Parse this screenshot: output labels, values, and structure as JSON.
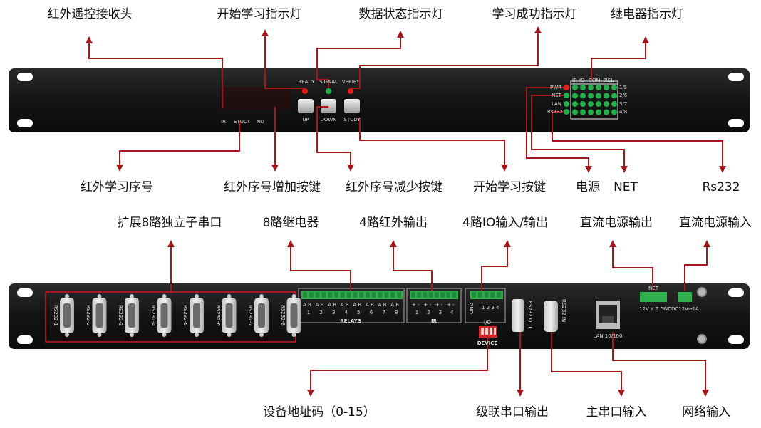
{
  "front": {
    "callouts_top": {
      "ir_receiver": "红外遥控接收头",
      "learn_start_led": "开始学习指示灯",
      "data_status_led": "数据状态指示灯",
      "learn_success_led": "学习成功指示灯",
      "relay_led": "继电器指示灯"
    },
    "callouts_bottom": {
      "ir_learn_number": "红外学习序号",
      "ir_number_up_key": "红外序号增加按键",
      "ir_number_down_key": "红外序号减少按键",
      "learn_start_key": "开始学习按键",
      "power": "电源",
      "net": "NET",
      "rs232": "Rs232"
    },
    "panel_text": {
      "ir": "IR",
      "study": "STUDY",
      "no": "NO",
      "ready": "READY",
      "signal": "SIGNAL",
      "verify": "VERIFY",
      "up": "UP",
      "down": "DOWN",
      "study_btn": "STUDY",
      "pwr": "PWR",
      "net": "NET",
      "lan": "LAN",
      "rs232": "Rs232",
      "grid_ir": "IR",
      "grid_io": "IO",
      "grid_com": "COM",
      "grid_rel": "REL",
      "row1": "1/5",
      "row2": "2/6",
      "row3": "3/7",
      "row4": "4/8"
    }
  },
  "rear": {
    "callouts_top": {
      "serial_ports": "扩展8路独立子串口",
      "relays": "8路继电器",
      "ir_out": "4路红外输出",
      "io": "4路IO输入/输出",
      "dc_out": "直流电源输出",
      "dc_in": "直流电源输入"
    },
    "callouts_bottom": {
      "address": "设备地址码（0-15）",
      "cascade": "级联串口输出",
      "main_serial": "主串口输入",
      "network": "网络输入"
    },
    "panel_text": {
      "ports": [
        "RS232-1",
        "RS232-2",
        "RS232-3",
        "RS232-4",
        "RS232-5",
        "RS232-6",
        "RS232-7",
        "RS232-8"
      ],
      "relays_label": "RELAYS",
      "relay_ab": "A B",
      "relay_nums": [
        "1",
        "2",
        "3",
        "4",
        "5",
        "6",
        "7",
        "8"
      ],
      "ir_label": "IR",
      "ir_nums": [
        "1",
        "2",
        "3",
        "4"
      ],
      "ir_pm": "+ -",
      "io_gnd": "GND",
      "io_nums": "1 2 3 4",
      "io_switch": "I/O",
      "device": "DEVICE",
      "rs232_out": "RS232 OUT",
      "rs232_in": "RS232 IN",
      "lan": "LAN 10/100",
      "net": "NET",
      "net_pins": "12V Y Z GND",
      "dc": "DC12V⎓1A"
    }
  },
  "colors": {
    "arrow": "#a3171c",
    "panel": "#161616",
    "led_red": "#e0201a",
    "led_green": "#22b04b",
    "terminal_green": "#2fae4e"
  }
}
